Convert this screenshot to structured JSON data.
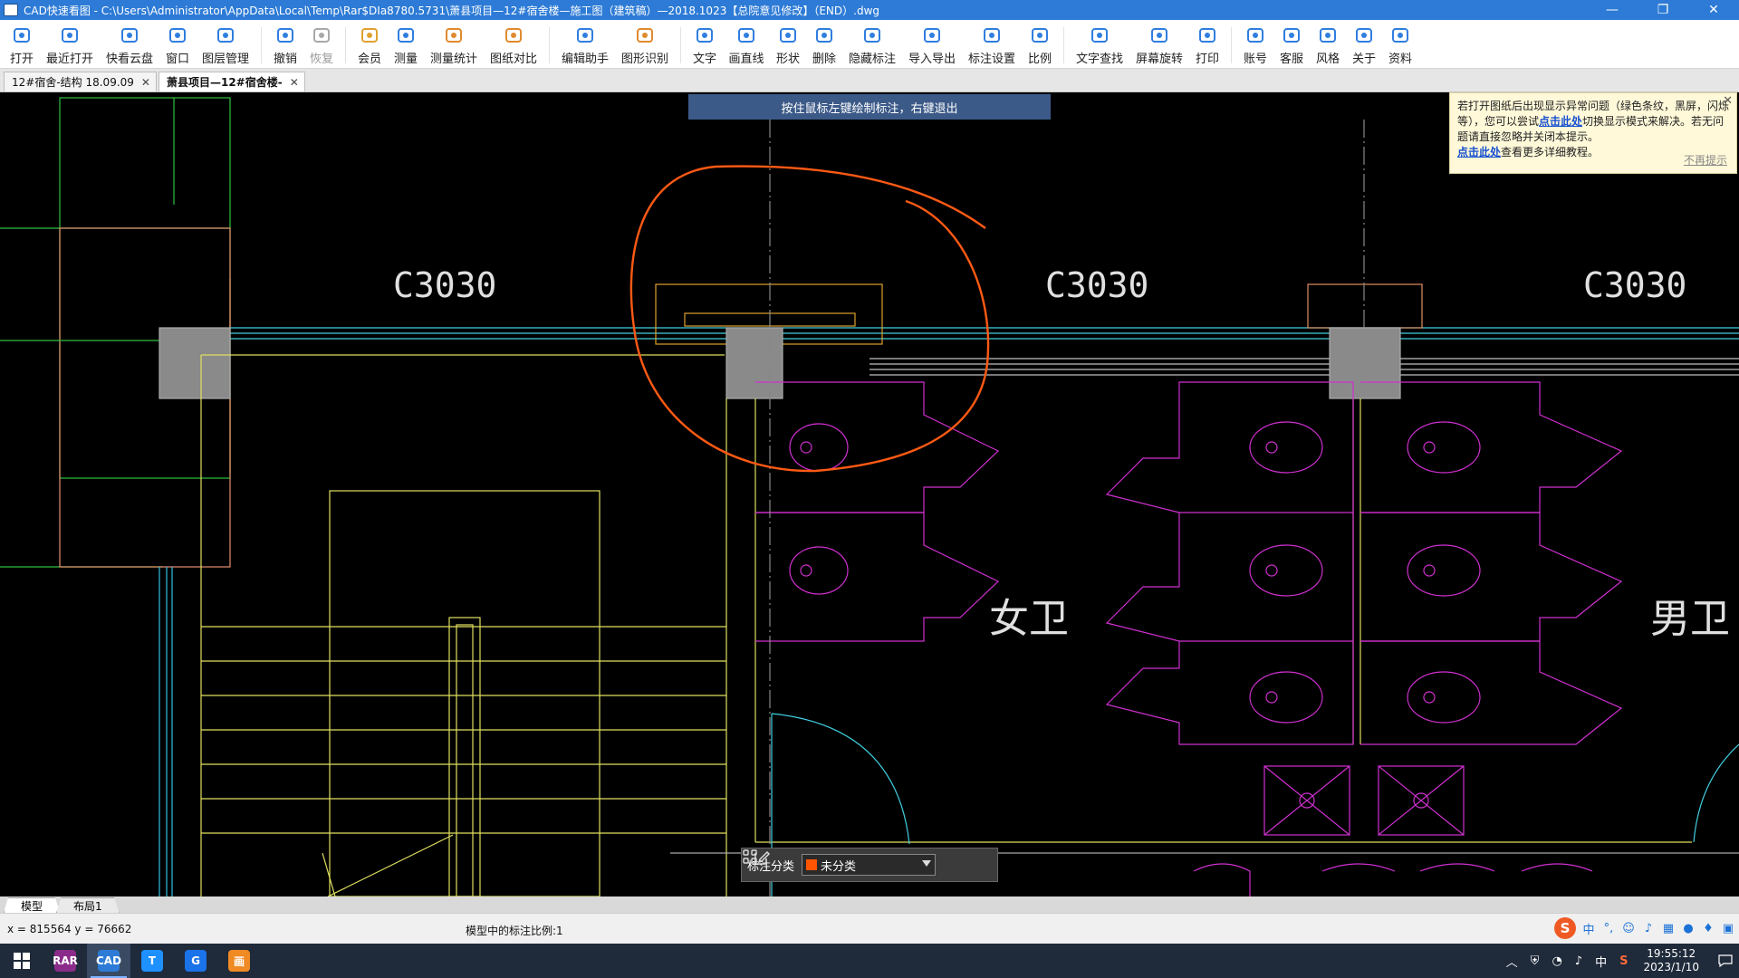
{
  "window": {
    "title": "CAD快速看图 - C:\\Users\\Administrator\\AppData\\Local\\Temp\\Rar$DIa8780.5731\\萧县项目—12#宿舍楼—施工图（建筑稿）—2018.1023【总院意见修改】（END）.dwg",
    "minimize": "—",
    "restore": "❐",
    "close": "✕"
  },
  "toolbar": {
    "items": [
      {
        "label": "打开",
        "icon": "folder-open-icon",
        "color": "#2f7ee0"
      },
      {
        "label": "最近打开",
        "icon": "history-icon",
        "color": "#2f7ee0"
      },
      {
        "label": "快看云盘",
        "icon": "cloud-icon",
        "color": "#2f7ee0"
      },
      {
        "label": "窗口",
        "icon": "window-icon",
        "color": "#2f7ee0"
      },
      {
        "label": "图层管理",
        "icon": "layers-icon",
        "color": "#2f7ee0"
      },
      {
        "label": "撤销",
        "icon": "undo-icon",
        "color": "#2f7ee0"
      },
      {
        "label": "恢复",
        "icon": "redo-icon",
        "color": "#a8a8a8"
      },
      {
        "label": "会员",
        "icon": "vip-icon",
        "color": "#e1a030"
      },
      {
        "label": "测量",
        "icon": "measure-icon",
        "color": "#2f7ee0"
      },
      {
        "label": "测量统计",
        "icon": "measure-stats-icon",
        "color": "#e08a2f"
      },
      {
        "label": "图纸对比",
        "icon": "compare-icon",
        "color": "#e08a2f"
      },
      {
        "label": "编辑助手",
        "icon": "edit-assistant-icon",
        "color": "#2f7ee0"
      },
      {
        "label": "图形识别",
        "icon": "shape-recognize-icon",
        "color": "#e08a2f"
      },
      {
        "label": "文字",
        "icon": "text-icon",
        "color": "#2f7ee0"
      },
      {
        "label": "画直线",
        "icon": "line-icon",
        "color": "#2f7ee0"
      },
      {
        "label": "形状",
        "icon": "shape-icon",
        "color": "#2f7ee0"
      },
      {
        "label": "删除",
        "icon": "eraser-icon",
        "color": "#2f7ee0"
      },
      {
        "label": "隐藏标注",
        "icon": "hide-icon",
        "color": "#2f7ee0"
      },
      {
        "label": "导入导出",
        "icon": "import-export-icon",
        "color": "#2f7ee0"
      },
      {
        "label": "标注设置",
        "icon": "annotation-settings-icon",
        "color": "#2f7ee0"
      },
      {
        "label": "比例",
        "icon": "scale-icon",
        "color": "#2f7ee0"
      },
      {
        "label": "文字查找",
        "icon": "text-search-icon",
        "color": "#2f7ee0"
      },
      {
        "label": "屏幕旋转",
        "icon": "rotate-screen-icon",
        "color": "#2f7ee0"
      },
      {
        "label": "打印",
        "icon": "print-icon",
        "color": "#2f7ee0"
      },
      {
        "label": "账号",
        "icon": "account-icon",
        "color": "#2f7ee0"
      },
      {
        "label": "客服",
        "icon": "headset-icon",
        "color": "#2f7ee0"
      },
      {
        "label": "风格",
        "icon": "style-icon",
        "color": "#2f7ee0"
      },
      {
        "label": "关于",
        "icon": "info-icon",
        "color": "#2f7ee0"
      },
      {
        "label": "资料",
        "icon": "docs-icon",
        "color": "#2f7ee0"
      }
    ]
  },
  "tabs": [
    {
      "label": "12#宿舍-结构 18.09.09",
      "close": "✕",
      "active": false
    },
    {
      "label": "萧县项目—12#宿舍楼-",
      "close": "✕",
      "active": true
    }
  ],
  "canvas": {
    "hint": "按住鼠标左键绘制标注，右键退出",
    "labels": {
      "window1": "C3030",
      "window2": "C3030",
      "window3": "C3030",
      "women": "女卫",
      "men": "男卫"
    }
  },
  "notice": {
    "text1": "若打开图纸后出现显示异常问题（绿色条纹，黑屏，闪烁等），您可以尝试",
    "link1": "点击此处",
    "text2": "切换显示模式来解决。若无问题请直接忽略并关闭本提示。",
    "link2": "点击此处",
    "text3": "查看更多详细教程。",
    "dismiss": "不再提示",
    "close": "✕"
  },
  "annotation_bar": {
    "label": "标注分类",
    "selected": "未分类",
    "swatch": "#ff5500"
  },
  "layout_tabs": [
    {
      "label": "模型",
      "active": true
    },
    {
      "label": "布局1",
      "active": false
    }
  ],
  "status": {
    "coords": "x = 815564  y = 76662",
    "scale": "模型中的标注比例:1"
  },
  "ime": {
    "sogou": "S",
    "zh": "中",
    "punct": "°,"
  },
  "taskbar": {
    "apps": [
      {
        "name": "winrar",
        "label": "RAR",
        "color": "#8b2c8b"
      },
      {
        "name": "cad-viewer",
        "label": "CAD",
        "color": "#2d7bd6"
      },
      {
        "name": "text-app",
        "label": "T",
        "color": "#1e90ff"
      },
      {
        "name": "browser",
        "label": "G",
        "color": "#1a73e8"
      },
      {
        "name": "paint-app",
        "label": "画",
        "color": "#f08a24"
      }
    ],
    "tray": {
      "chevron": "︿",
      "lang": "中",
      "sogou": "S",
      "time": "19:55:12",
      "date": "2023/1/10"
    }
  }
}
